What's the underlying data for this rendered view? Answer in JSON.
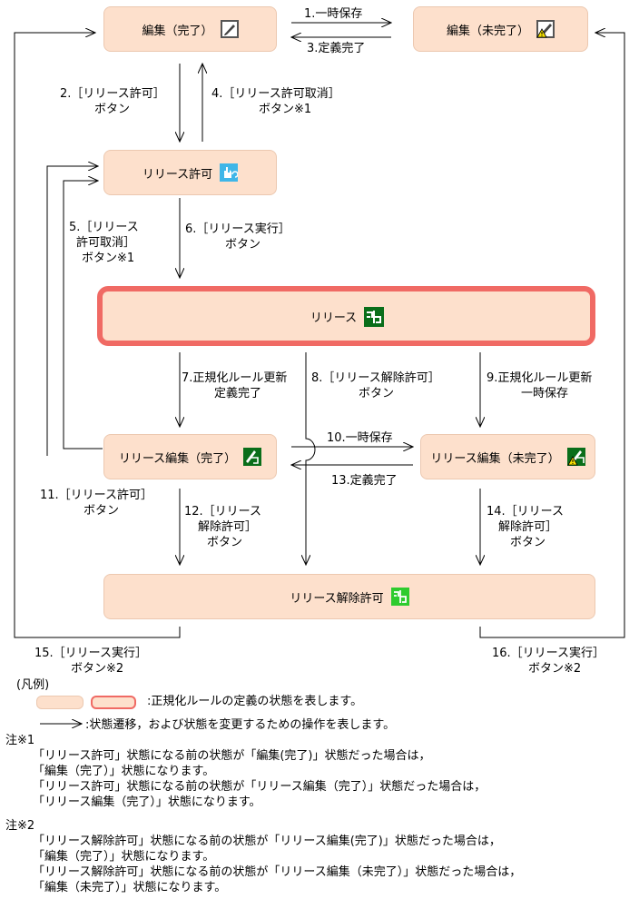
{
  "nodes": {
    "edit_done": "編集（完了）",
    "edit_undone": "編集（未完了）",
    "release_permit": "リリース許可",
    "release": "リリース",
    "release_edit_done": "リリース編集（完了）",
    "release_edit_undone": "リリース編集（未完了）",
    "release_unpermit": "リリース解除許可"
  },
  "edges": {
    "e1": "1.一時保存",
    "e3": "3.定義完了",
    "e2_1": "2.［リリース許可］",
    "e2_2": "ボタン",
    "e4_1": "4.［リリース許可取消］",
    "e4_2": "ボタン※1",
    "e5_1": "5.［リリース",
    "e5_2": "許可取消］",
    "e5_3": "ボタン※1",
    "e6_1": "6.［リリース実行］",
    "e6_2": "ボタン",
    "e7_1": "7.正規化ルール更新",
    "e7_2": "定義完了",
    "e8_1": "8.［リリース解除許可］",
    "e8_2": "ボタン",
    "e9_1": "9.正規化ルール更新",
    "e9_2": "一時保存",
    "e10": "10.一時保存",
    "e13": "13.定義完了",
    "e11_1": "11.［リリース許可］",
    "e11_2": "ボタン",
    "e12_1": "12.［リリース",
    "e12_2": "解除許可］",
    "e12_3": "ボタン",
    "e14_1": "14.［リリース",
    "e14_2": "解除許可］",
    "e14_3": "ボタン",
    "e15_1": "15.［リリース実行］",
    "e15_2": "ボタン※2",
    "e16_1": "16.［リリース実行］",
    "e16_2": "ボタン※2"
  },
  "legend": {
    "title": "(凡例)",
    "states_desc": ":正規化ルールの定義の状態を表します。",
    "arrow_desc": ":状態遷移，および状態を変更するための操作を表します。"
  },
  "notes": {
    "n1_title": "注※1",
    "n1_l1": "「リリース許可」状態になる前の状態が「編集(完了)」状態だった場合は，",
    "n1_l2": "「編集（完了）」状態になります。",
    "n1_l3": "「リリース許可」状態になる前の状態が「リリース編集（完了）」状態だった場合は，",
    "n1_l4": "「リリース編集（完了）」状態になります。",
    "n2_title": "注※2",
    "n2_l1": "「リリース解除許可」状態になる前の状態が「リリース編集(完了)」状態だった場合は，",
    "n2_l2": "「編集（完了）」状態になります。",
    "n2_l3": "「リリース解除許可」状態になる前の状態が「リリース編集（未完了）」状態だった場合は，",
    "n2_l4": "「編集（未完了）」状態になります。"
  },
  "colors": {
    "state_fill": "#fde0cc",
    "current_border": "#f06a64",
    "release_icon": "#0a6e1a",
    "release_unpermit_icon": "#2ecb2e",
    "permit_icon": "#3fb6e8"
  },
  "icons": {
    "edit_done": "pencil-icon",
    "edit_undone": "pencil-warning-icon",
    "release_permit": "hand-permit-icon",
    "release": "release-icon",
    "release_edit_done": "release-edit-icon",
    "release_edit_undone": "release-edit-warning-icon",
    "release_unpermit": "release-unpermit-icon"
  }
}
